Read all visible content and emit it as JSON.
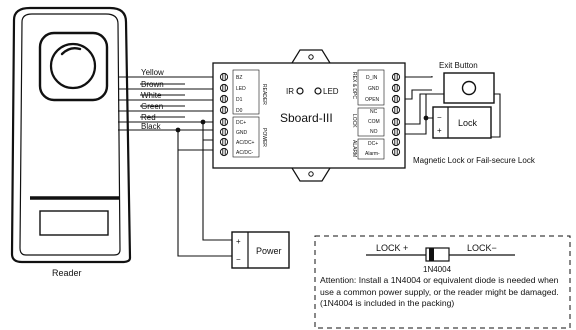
{
  "reader": {
    "label": "Reader"
  },
  "wires": [
    "Yellow",
    "Brown",
    "White",
    "Green",
    "Red",
    "Black"
  ],
  "board": {
    "title": "Sboard-III",
    "ir_label": "IR",
    "led_label": "LED",
    "left_pins": [
      "BZ",
      "LED",
      "D1",
      "D0",
      "DC+",
      "GND",
      "AC/DC+",
      "AC/DC-"
    ],
    "left_group_labels": [
      "READER",
      "POWER"
    ],
    "right_pins": [
      "D_IN",
      "GND",
      "OPEN",
      "NC",
      "COM",
      "NO",
      "DC+",
      "Alarm-"
    ],
    "right_group_labels": [
      "REX & DPC",
      "LOCK",
      "ALARM"
    ]
  },
  "exit_button": {
    "label": "Exit Button"
  },
  "lock": {
    "label": "Lock",
    "minus": "−",
    "plus": "+"
  },
  "lock_caption": "Magnetic Lock or Fail-secure Lock",
  "power": {
    "label": "Power",
    "plus": "+",
    "minus": "−"
  },
  "diode": {
    "left_label": "LOCK +",
    "right_label": "LOCK−",
    "part": "1N4004",
    "note": "Attention: Install a 1N4004 or equivalent diode is needed when use a common power supply, or the reader might be damaged. (1N4004 is included in the packing)"
  }
}
